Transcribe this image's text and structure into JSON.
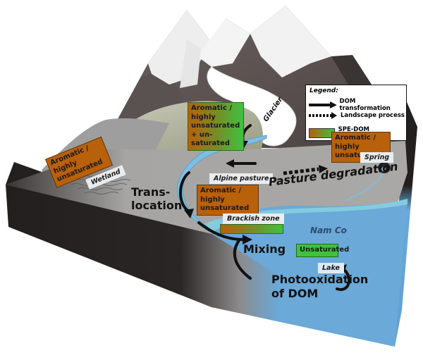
{
  "legend": {
    "title": "Legend:",
    "items": [
      {
        "symbol": "solid-arrow",
        "label": "DOM transformation"
      },
      {
        "symbol": "dotted-arrow",
        "label": "Landscape process"
      },
      {
        "symbol": "gradient-swatch",
        "label": "SPE-DOM composition"
      }
    ]
  },
  "colors": {
    "aromatic": "#b9600a",
    "unsaturated": "#3ec23e",
    "lake": "#6aa9d8",
    "river": "#7cbfe4",
    "ground": "#a9a8a6",
    "block_side": "#231f1e"
  },
  "compositions": {
    "glacier_slope": "Aromatic / highly unsaturated + un-saturated",
    "wetland": "Aromatic / highly unsaturated",
    "spring": "Aromatic / highly unsaturated",
    "alpine_pasture": "Aromatic / highly unsaturated",
    "brackish_zone": "",
    "lake": "Unsaturated"
  },
  "places": {
    "glacier": "Glacier",
    "wetland": "Wetland",
    "spring": "Spring",
    "alpine_pasture": "Alpine pasture",
    "brackish_zone": "Brackish zone",
    "nam_co": "Nam Co",
    "lake": "Lake"
  },
  "processes": {
    "translocation_1": "Trans-",
    "translocation_2": "location",
    "pasture_degradation": "Pasture degradation",
    "mixing": "Mixing",
    "photooxidation_1": "Photooxidation",
    "photooxidation_2": "of DOM"
  }
}
